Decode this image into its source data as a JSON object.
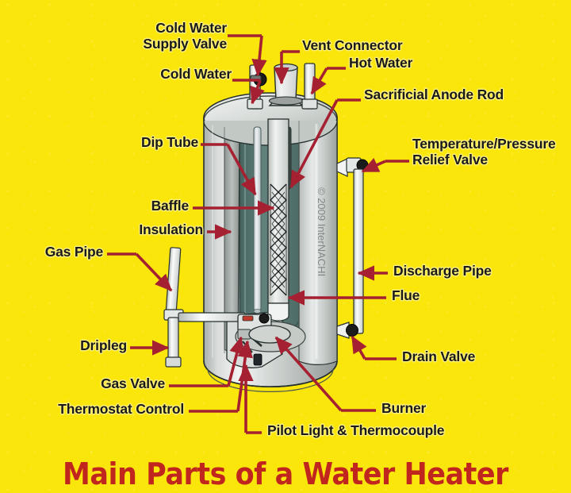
{
  "poster": {
    "title": "Main Parts of a Water Heater",
    "background_color": "#fae60a",
    "title_color": "#c0261e",
    "label_color": "#1a1a1a",
    "arrow_color": "#a52030",
    "watermark": "© 2009 InterNACHI"
  },
  "diagram": {
    "subject": "cutaway illustration of a residential gas storage water heater",
    "tank_colors": {
      "jacket": "#c9cdcb",
      "jacket_highlight": "#eceeed",
      "water": "#5e7d79",
      "insulation": "#9aa3a0",
      "flue": "#d7dad8",
      "pipe": "#e9ebea",
      "outline": "#1a1a1a"
    }
  },
  "labels": [
    {
      "id": "cold-water-supply-valve",
      "text": "Cold Water\nSupply Valve"
    },
    {
      "id": "cold-water",
      "text": "Cold Water"
    },
    {
      "id": "vent-connector",
      "text": "Vent Connector"
    },
    {
      "id": "hot-water",
      "text": "Hot Water"
    },
    {
      "id": "sacrificial-anode-rod",
      "text": "Sacrificial Anode Rod"
    },
    {
      "id": "temperature-pressure-relief-valve",
      "text": "Temperature/Pressure\nRelief Valve"
    },
    {
      "id": "dip-tube",
      "text": "Dip Tube"
    },
    {
      "id": "baffle",
      "text": "Baffle"
    },
    {
      "id": "insulation",
      "text": "Insulation"
    },
    {
      "id": "gas-pipe",
      "text": "Gas Pipe"
    },
    {
      "id": "dripleg",
      "text": "Dripleg"
    },
    {
      "id": "gas-valve",
      "text": "Gas Valve"
    },
    {
      "id": "thermostat-control",
      "text": "Thermostat Control"
    },
    {
      "id": "discharge-pipe",
      "text": "Discharge Pipe"
    },
    {
      "id": "flue",
      "text": "Flue"
    },
    {
      "id": "drain-valve",
      "text": "Drain Valve"
    },
    {
      "id": "burner",
      "text": "Burner"
    },
    {
      "id": "pilot-light-thermocouple",
      "text": "Pilot Light & Thermocouple"
    }
  ]
}
